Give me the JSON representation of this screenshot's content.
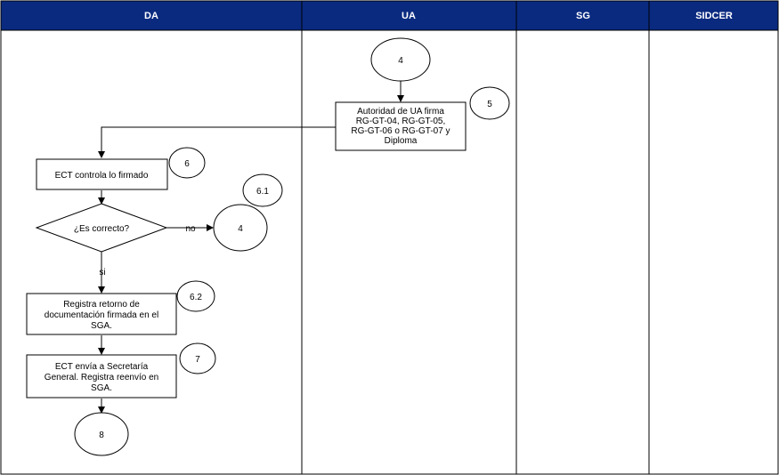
{
  "lanes": [
    {
      "id": "da",
      "label": "DA"
    },
    {
      "id": "ua",
      "label": "UA"
    },
    {
      "id": "sg",
      "label": "SG"
    },
    {
      "id": "sidcer",
      "label": "SIDCER"
    }
  ],
  "colors": {
    "header_fill": "#0a2a80",
    "header_text": "#ffffff",
    "line": "#000000"
  },
  "nodes": {
    "connector_4_top": "4",
    "step_5_box": [
      "Autoridad de UA firma",
      "RG-GT-04, RG-GT-05,",
      "RG-GT-06 o RG-GT-07 y",
      "Diploma"
    ],
    "step_5_num": "5",
    "step_6_box": [
      "ECT controla lo firmado"
    ],
    "step_6_num": "6",
    "step_61_num": "6.1",
    "decision": "¿Es correcto?",
    "connector_4_right": "4",
    "step_62_box": [
      "Registra retorno de",
      "documentación firmada en el",
      "SGA."
    ],
    "step_62_num": "6.2",
    "step_7_box": [
      "ECT envía a Secretaría",
      "General. Registra reenvío en",
      "SGA."
    ],
    "step_7_num": "7",
    "connector_8": "8"
  },
  "edge_labels": {
    "no": "no",
    "si": "si"
  }
}
